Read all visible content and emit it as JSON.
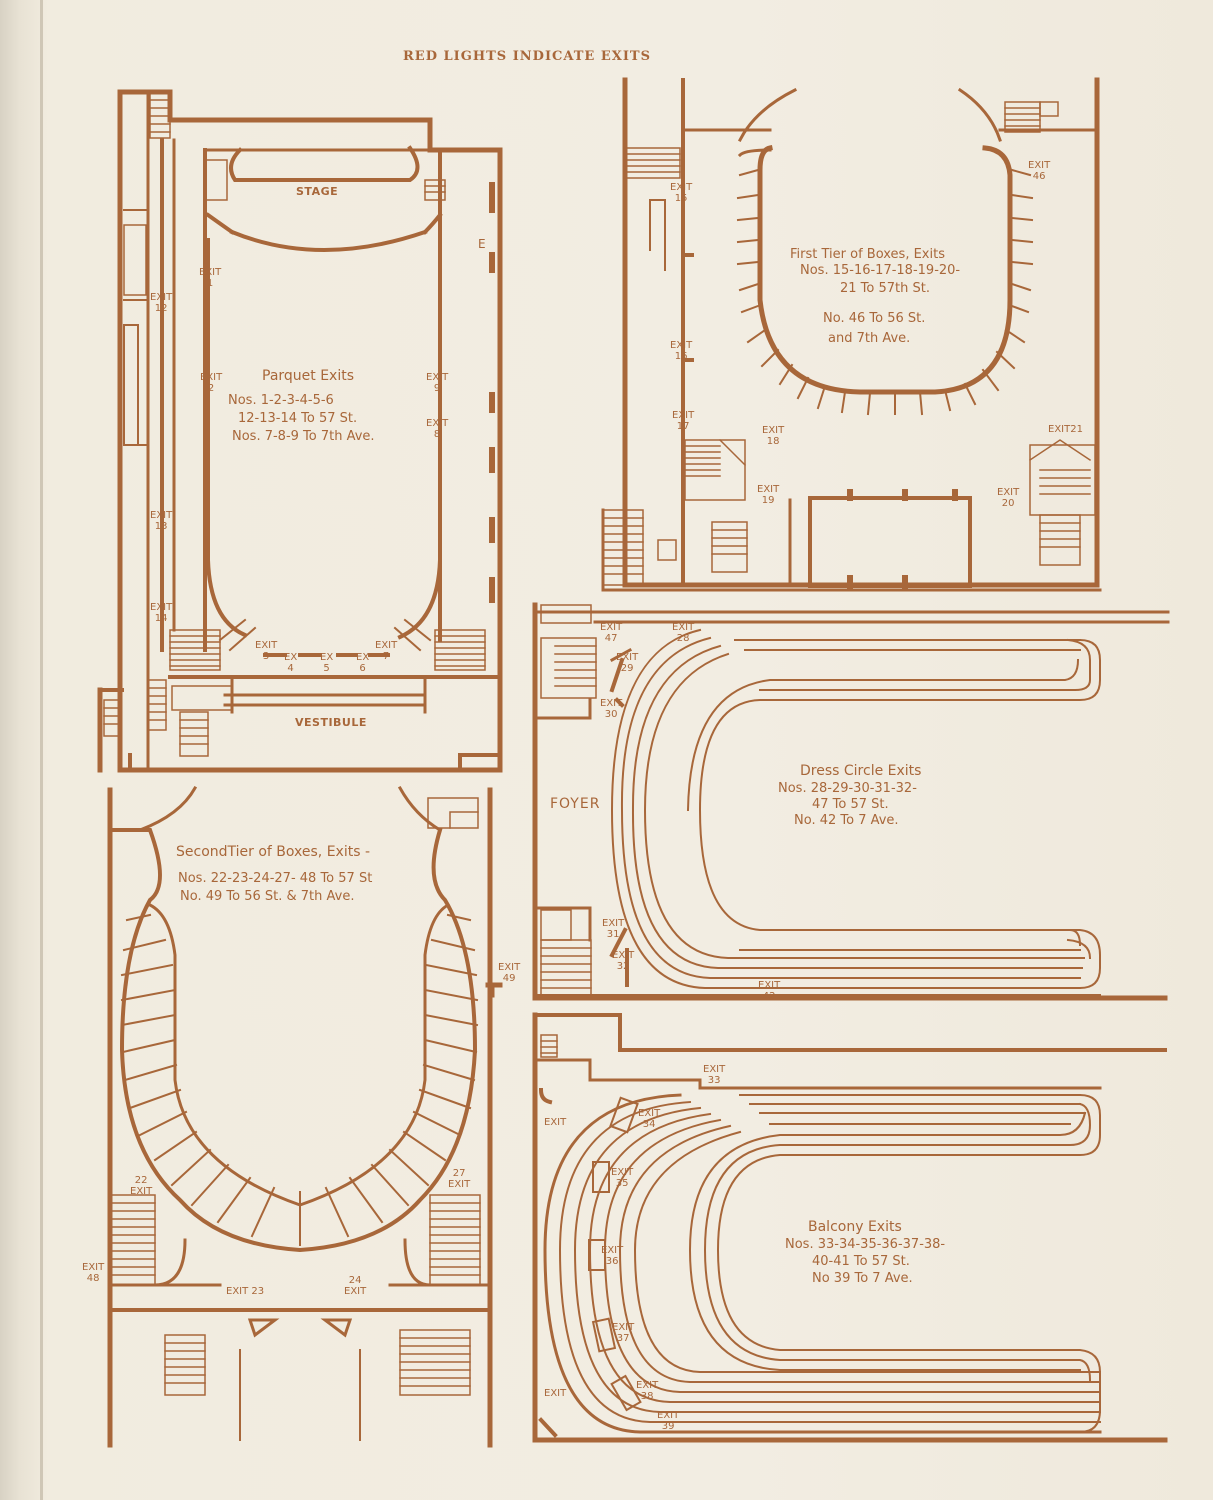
{
  "heading": "RED LIGHTS INDICATE EXITS",
  "colors": {
    "ink": "#a8673a",
    "paper": "#f2ede2"
  },
  "parquet": {
    "room_labels": {
      "stage": "STAGE",
      "vestibule": "VESTIBULE",
      "e_mark": "E"
    },
    "title": "Parquet Exits",
    "lines": [
      "Nos. 1-2-3-4-5-6",
      "12-13-14 To 57 St.",
      "Nos. 7-8-9 To 7th Ave."
    ],
    "exits": [
      {
        "word": "EXIT",
        "num": "1"
      },
      {
        "word": "EXIT",
        "num": "12"
      },
      {
        "word": "EXIT",
        "num": "2"
      },
      {
        "word": "EXIT",
        "num": "9"
      },
      {
        "word": "EXIT",
        "num": "8"
      },
      {
        "word": "EXIT",
        "num": "13"
      },
      {
        "word": "EXIT",
        "num": "14"
      },
      {
        "word": "EXIT",
        "num": "3"
      },
      {
        "word": "EX",
        "num": "4"
      },
      {
        "word": "EX",
        "num": "5"
      },
      {
        "word": "EX",
        "num": "6"
      },
      {
        "word": "EXIT",
        "num": "7"
      }
    ]
  },
  "first_tier": {
    "lines": [
      "First Tier of Boxes, Exits",
      "Nos. 15-16-17-18-19-20-",
      "21 To 57th St.",
      "No. 46 To 56 St.",
      "and 7th Ave."
    ],
    "exits": [
      {
        "word": "EXIT",
        "num": "15"
      },
      {
        "word": "EXIT",
        "num": "16"
      },
      {
        "word": "EXIT",
        "num": "17"
      },
      {
        "word": "EXIT",
        "num": "18"
      },
      {
        "word": "EXIT",
        "num": "19"
      },
      {
        "word": "EXIT",
        "num": "20"
      },
      {
        "word": "EXIT",
        "num": "21"
      },
      {
        "word": "EXIT",
        "num": "46"
      }
    ]
  },
  "dress_circle": {
    "foyer_label": "FOYER",
    "lines": [
      "Dress Circle Exits",
      "Nos. 28-29-30-31-32-",
      "47 To 57 St.",
      "No. 42 To 7 Ave."
    ],
    "exits": [
      {
        "word": "EXIT",
        "num": "47"
      },
      {
        "word": "EXIT",
        "num": "28"
      },
      {
        "word": "EXIT",
        "num": "29"
      },
      {
        "word": "EXIT",
        "num": "30"
      },
      {
        "word": "EXIT",
        "num": "31"
      },
      {
        "word": "EXIT",
        "num": "32"
      },
      {
        "word": "EXIT",
        "num": "42"
      }
    ]
  },
  "second_tier": {
    "lines": [
      "SecondTier of Boxes, Exits -",
      "Nos. 22-23-24-27- 48 To 57 St",
      "No. 49 To 56 St. & 7th Ave."
    ],
    "exits": [
      {
        "word": "EXIT",
        "num": "49"
      },
      {
        "word": "EXIT",
        "num": "22"
      },
      {
        "word": "EXIT",
        "num": "27"
      },
      {
        "word": "EXIT",
        "num": "48"
      },
      {
        "word": "EXIT",
        "num": "23"
      },
      {
        "word": "EXIT",
        "num": "24"
      }
    ]
  },
  "balcony": {
    "lines": [
      "Balcony Exits",
      "Nos. 33-34-35-36-37-38-",
      "40-41 To 57 St.",
      "No 39 To 7 Ave."
    ],
    "exits": [
      {
        "word": "EXIT",
        "num": "33"
      },
      {
        "word": "EXIT",
        "num": ""
      },
      {
        "word": "EXIT",
        "num": "34"
      },
      {
        "word": "EXIT",
        "num": "35"
      },
      {
        "word": "EXIT",
        "num": "36"
      },
      {
        "word": "EXIT",
        "num": "37"
      },
      {
        "word": "EXIT",
        "num": "38"
      },
      {
        "word": "EXIT",
        "num": "39"
      },
      {
        "word": "EXIT",
        "num": ""
      }
    ]
  }
}
